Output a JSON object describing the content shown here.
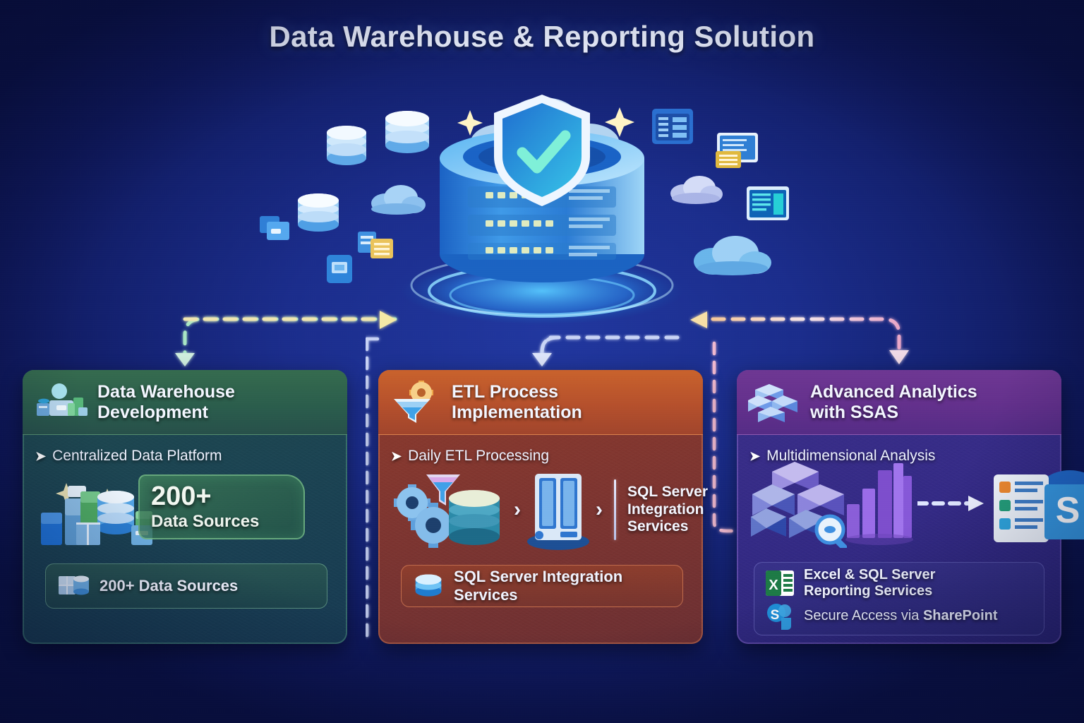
{
  "title": "Data Warehouse & Reporting Solution",
  "colors": {
    "background_deep": "#0d1550",
    "background_center": "#21379f",
    "green_header": "#2a5c4c",
    "green_body": "#1b4352",
    "orange_header": "#b5502c",
    "orange_body": "#7e3530",
    "purple_header": "#63308c",
    "purple_body": "#342a86",
    "title_text": "#e8edfb",
    "connector_green": "#a8e6c4",
    "connector_cream": "#f0e6b0",
    "connector_pink": "#f0b9cf",
    "connector_lavender": "#c9d4f5"
  },
  "hub": {
    "name": "central-data-warehouse",
    "icon": "database-stack-with-shield",
    "shield_icon": "shield-check-icon",
    "cloud_icon": "cloud-icon"
  },
  "satellites": {
    "left": [
      {
        "icon": "database-cylinder-icon"
      },
      {
        "icon": "database-cylinder-icon"
      },
      {
        "icon": "database-cylinder-icon"
      },
      {
        "icon": "cloud-icon"
      },
      {
        "icon": "window-document-icon"
      },
      {
        "icon": "file-stack-icon"
      },
      {
        "icon": "screen-document-icon"
      }
    ],
    "right": [
      {
        "icon": "dashboard-panel-icon"
      },
      {
        "icon": "report-window-icon"
      },
      {
        "icon": "spreadsheet-icon"
      },
      {
        "icon": "report-window-icon"
      },
      {
        "icon": "cloud-icon"
      },
      {
        "icon": "cloud-icon"
      }
    ]
  },
  "connectors": [
    {
      "name": "hub-to-data-warehouse",
      "color": "#a8e6c4",
      "arrow": "triangle-down"
    },
    {
      "name": "data-warehouse-to-hub",
      "color": "#f0e6b0",
      "arrow": "triangle-right"
    },
    {
      "name": "hub-to-etl",
      "color": "#c9d4f5",
      "arrow": "triangle-down"
    },
    {
      "name": "hub-to-ssas",
      "color": "#f0b9cf",
      "arrow": "triangle-down"
    },
    {
      "name": "ssas-to-hub",
      "color": "#f5d79a",
      "arrow": "triangle-left"
    }
  ],
  "panels": [
    {
      "id": "dw",
      "header_icon": "data-platform-icon",
      "title_line1": "Data Warehouse",
      "title_line2": "Development",
      "bullet": "Centralized Data Platform",
      "flow_icon": "data-sources-cluster-icon",
      "callout_value": "200+",
      "callout_label": "Data Sources",
      "chip_icon": "database-cubes-icon",
      "chip_label": "200+ Data Sources"
    },
    {
      "id": "etl",
      "header_icon": "gear-funnel-icon",
      "title_line1": "ETL Process",
      "title_line2": "Implementation",
      "bullet": "Daily ETL Processing",
      "flow_icon_a": "gears-funnel-database-icon",
      "flow_icon_b": "server-tower-icon",
      "flow_chevron": "›",
      "flow_label_line1": "SQL Server",
      "flow_label_line2": "Integration",
      "flow_label_line3": "Services",
      "chip_icon": "database-icon",
      "chip_label": "SQL Server Integration Services"
    },
    {
      "id": "ssas",
      "header_icon": "olap-cube-icon",
      "title_line1": "Advanced Analytics",
      "title_line2": "with SSAS",
      "bullet": "Multidimensional Analysis",
      "flow_icon_a": "cube-stack-icon",
      "flow_icon_b": "bar-chart-icon",
      "flow_icon_c": "magnifier-icon",
      "flow_icon_d": "report-sharepoint-cloud-icon",
      "chip_row1_icon": "excel-icon",
      "chip_row1_line1": "Excel & SQL Server",
      "chip_row1_line2": "Reporting Services",
      "chip_row2_icon": "sharepoint-icon",
      "chip_row2_prefix": "Secure Access via ",
      "chip_row2_bold": "SharePoint"
    }
  ]
}
